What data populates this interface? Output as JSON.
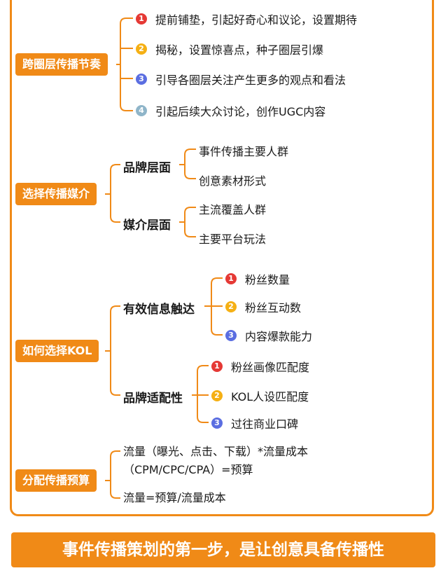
{
  "sections": [
    {
      "label": "跨圈层传播节奏",
      "items": [
        {
          "num": "1",
          "color": "#e53935",
          "text": "提前铺垫，引起好奇心和议论，设置期待"
        },
        {
          "num": "2",
          "color": "#f5b014",
          "text": "揭秘，设置惊喜点，种子圈层引爆"
        },
        {
          "num": "3",
          "color": "#5b6ee1",
          "text": "引导各圈层关注产生更多的观点和看法"
        },
        {
          "num": "4",
          "color": "#8fb5c9",
          "text": "引起后续大众讨论，创作UGC内容"
        }
      ]
    },
    {
      "label": "选择传播媒介",
      "groups": [
        {
          "label": "品牌层面",
          "items": [
            "事件传播主要人群",
            "创意素材形式"
          ]
        },
        {
          "label": "媒介层面",
          "items": [
            "主流覆盖人群",
            "主要平台玩法"
          ]
        }
      ]
    },
    {
      "label": "如何选择KOL",
      "groups": [
        {
          "label": "有效信息触达",
          "items": [
            {
              "num": "1",
              "color": "#e53935",
              "text": "粉丝数量"
            },
            {
              "num": "2",
              "color": "#f5b014",
              "text": "粉丝互动数"
            },
            {
              "num": "3",
              "color": "#5b6ee1",
              "text": "内容爆款能力"
            }
          ]
        },
        {
          "label": "品牌适配性",
          "items": [
            {
              "num": "1",
              "color": "#e53935",
              "text": "粉丝画像匹配度"
            },
            {
              "num": "2",
              "color": "#f5b014",
              "text": "KOL人设匹配度"
            },
            {
              "num": "3",
              "color": "#5b6ee1",
              "text": "过往商业口碑"
            }
          ]
        }
      ]
    },
    {
      "label": "分配传播预算",
      "items": [
        "流量（曝光、点击、下载）*流量成本（CPM/CPC/CPA）=预算",
        "流量=预算/流量成本"
      ]
    }
  ],
  "banner": "事件传播策划的第一步，是让创意具备传播性",
  "colors": {
    "accent": "#f08a17",
    "line": "#f08a17"
  }
}
